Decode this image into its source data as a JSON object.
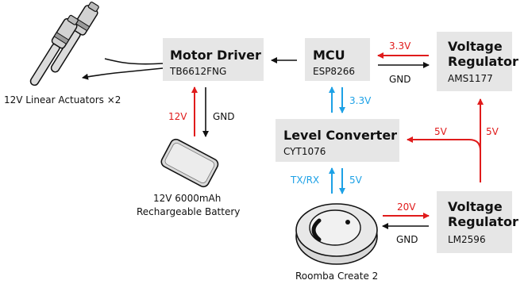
{
  "colors": {
    "power": "#e01b1b",
    "signal": "#1da1e6",
    "ground": "#111111",
    "box": "#e6e6e6"
  },
  "blocks": {
    "motor_driver": {
      "title": "Motor Driver",
      "subtitle": "TB6612FNG"
    },
    "mcu": {
      "title": "MCU",
      "subtitle": "ESP8266"
    },
    "regulator_top": {
      "title": [
        "Voltage",
        "Regulator"
      ],
      "subtitle": "AMS1177"
    },
    "level_converter": {
      "title": "Level Converter",
      "subtitle": "CYT1076"
    },
    "regulator_bottom": {
      "title": [
        "Voltage",
        "Regulator"
      ],
      "subtitle": "LM2596"
    }
  },
  "labels": {
    "v33_top": "3.3V",
    "gnd_top": "GND",
    "v33_mid": "3.3V",
    "v12": "12V",
    "gnd_left": "GND",
    "v5_left": "5V",
    "v5_right": "5V",
    "txrx": "TX/RX",
    "v5_bottom": "5V",
    "v20": "20V",
    "gnd_bottom": "GND"
  },
  "captions": {
    "actuators": "12V Linear Actuators ×2",
    "battery": [
      "12V 6000mAh",
      "Rechargeable Battery"
    ],
    "roomba": "Roomba Create 2"
  },
  "icons": [
    "linear-actuator-icon",
    "battery-icon",
    "roomba-icon"
  ]
}
